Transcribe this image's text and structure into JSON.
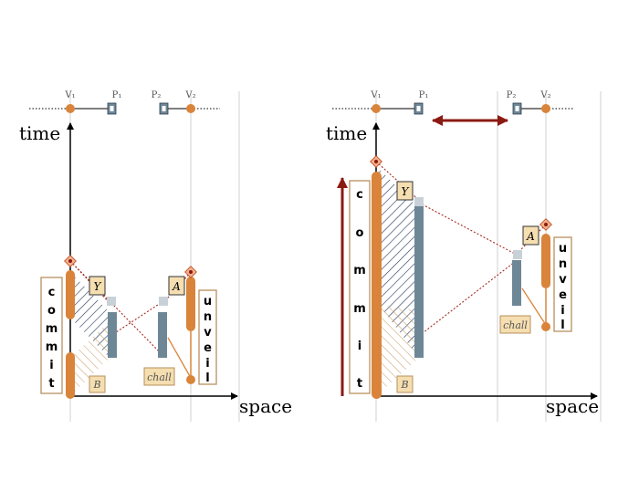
{
  "labels": {
    "v1": "V₁",
    "p1": "P₁",
    "p2": "P₂",
    "v2": "V₂",
    "time": "time",
    "space": "space",
    "commit": [
      "c",
      "o",
      "m",
      "m",
      "i",
      "t"
    ],
    "unveil": [
      "u",
      "n",
      "v",
      "e",
      "i",
      "l"
    ],
    "y": "Y",
    "a": "A",
    "b": "B",
    "chall": "chall"
  },
  "colors": {
    "orange": "#d9843a",
    "slate": "#6e8797",
    "cream": "#f5deb0",
    "tan_border": "#b8905e",
    "dark_red": "#8b1a12",
    "hatch_dark": "#1d3557",
    "hatch_light": "#c89a62"
  }
}
